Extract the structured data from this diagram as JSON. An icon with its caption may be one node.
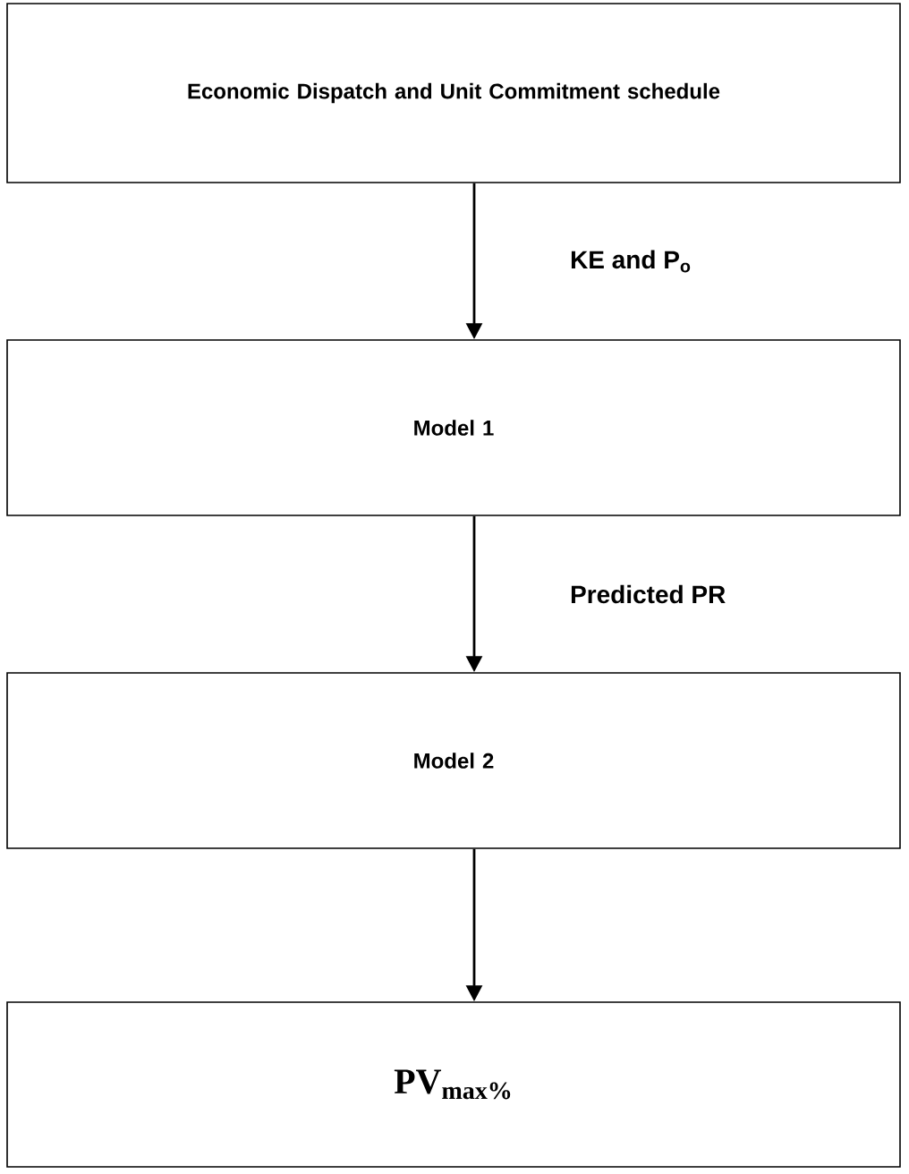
{
  "diagram": {
    "nodes": [
      {
        "text": [
          "Economic Dispatch and Unit Commitment schedule"
        ]
      },
      {
        "text": [
          "Model 1"
        ]
      },
      {
        "text": [
          "Model 2"
        ]
      },
      {
        "text": [
          "PV$_{max%}$"
        ]
      }
    ],
    "edges": [
      {
        "from": 0,
        "to": 1,
        "arrow": "to",
        "label": "KE and P$_{o}$"
      },
      {
        "from": 1,
        "to": 2,
        "arrow": "to",
        "label": "Predicted PR"
      },
      {
        "from": 2,
        "to": 3,
        "arrow": "to"
      }
    ]
  }
}
